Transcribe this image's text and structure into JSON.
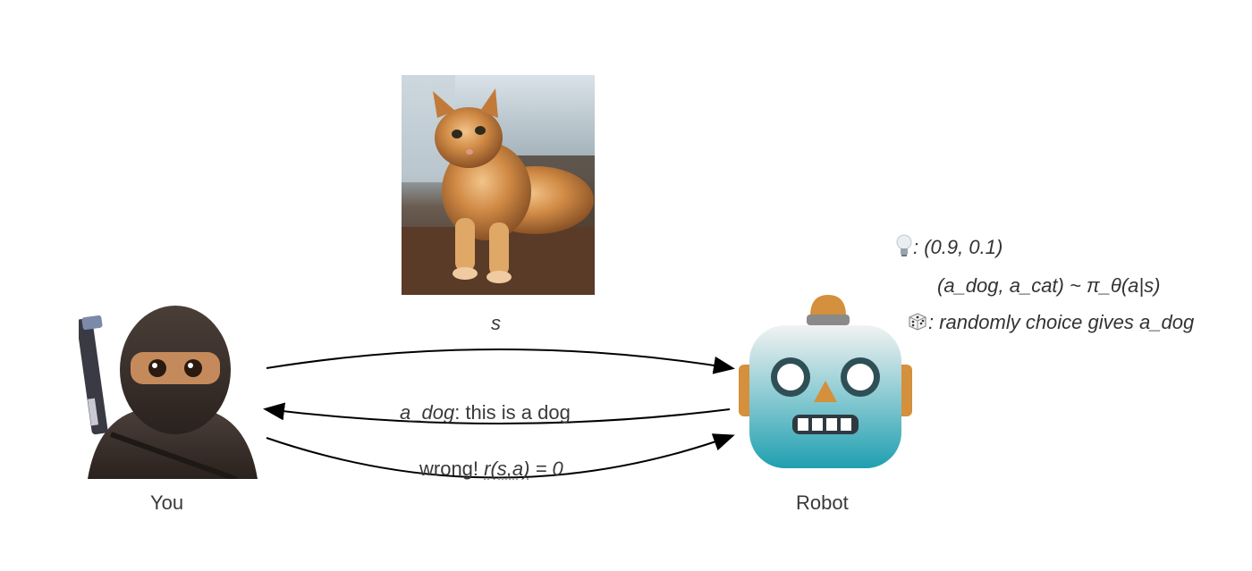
{
  "image_alt": {
    "state_image": "cat photo",
    "you_avatar": "ninja emoji",
    "robot_avatar": "robot emoji"
  },
  "labels": {
    "you": "You",
    "robot": "Robot",
    "state": "s"
  },
  "arrows": {
    "action_var": "a_dog",
    "action_text": ": this is a dog",
    "reward_prefix": "wrong! ",
    "reward_func": "r(s,a)",
    "reward_value": " = 0"
  },
  "notes": {
    "probs": ": (0.9, 0.1)",
    "policy": "(a_dog, a_cat) ~ π_θ(a|s)",
    "choice_text": ": randomly choice gives ",
    "choice_var": "a_dog"
  },
  "icons": {
    "lightbulb": "lightbulb-icon",
    "dice": "dice-icon"
  }
}
